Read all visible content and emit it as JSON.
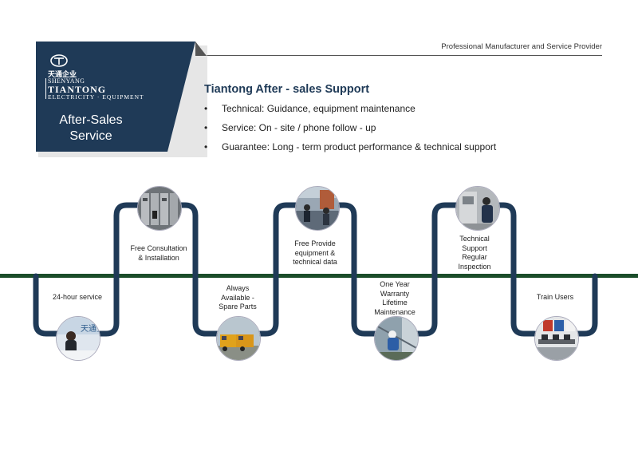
{
  "header": {
    "tagline": "Professional Manufacturer and Service Provider"
  },
  "brand": {
    "chinese_name": "天通企业",
    "city": "SHENYANG",
    "name": "TIANTONG",
    "sub": "ELECTRICITY · EQUIPMENT",
    "panel_title_line1": "After-Sales",
    "panel_title_line2": "Service",
    "panel_color": "#1f3a57"
  },
  "main": {
    "heading": "Tiantong After - sales Support",
    "bullet_symbol": "•",
    "bullets": [
      "Technical: Guidance, equipment maintenance",
      "Service: On - site / phone follow - up",
      "Guarantee: Long - term product performance & technical support"
    ]
  },
  "timeline": {
    "line_color": "#1b4d2a",
    "track_color": "#1f3a57",
    "steps": [
      {
        "lines": [
          "24-hour service"
        ],
        "photo": "receptionist-photo"
      },
      {
        "lines": [
          "Free Consultation",
          "& Installation"
        ],
        "photo": "switchgear-photo"
      },
      {
        "lines": [
          "Always",
          "Available -",
          "Spare Parts"
        ],
        "photo": "trucks-photo"
      },
      {
        "lines": [
          "Free Provide",
          "equipment &",
          "technical data"
        ],
        "photo": "site-visit-photo"
      },
      {
        "lines": [
          "One Year",
          "Warranty",
          "Lifetime",
          "Maintenance"
        ],
        "photo": "maintenance-photo"
      },
      {
        "lines": [
          "Technical",
          "Support",
          "Regular",
          "Inspection"
        ],
        "photo": "inspection-photo"
      },
      {
        "lines": [
          "Train Users"
        ],
        "photo": "classroom-photo"
      }
    ]
  }
}
